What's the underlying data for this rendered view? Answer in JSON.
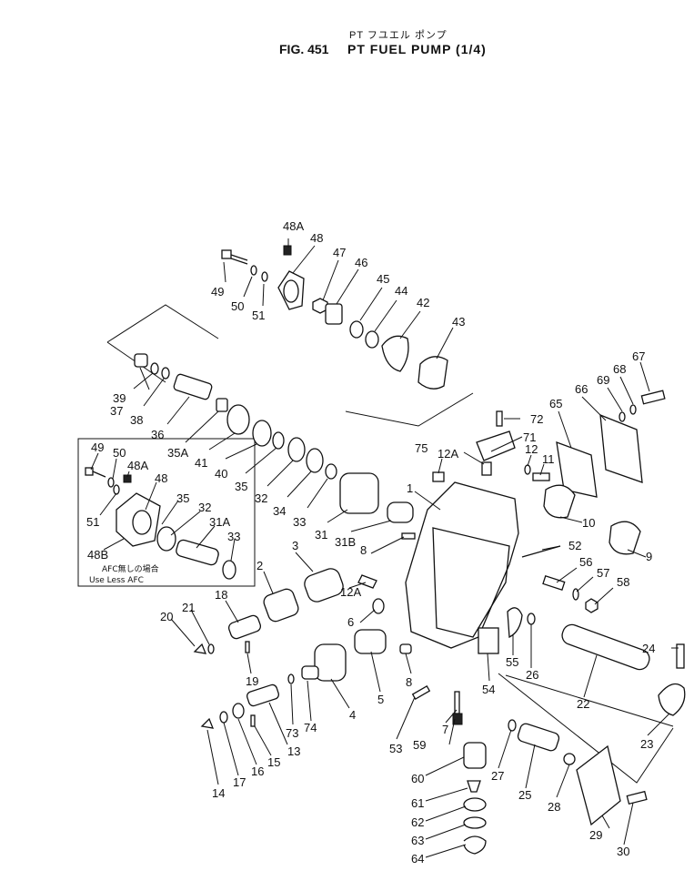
{
  "header": {
    "subtitle_jp": "PT フユエル ポンプ",
    "fig_label": "FIG. 451",
    "title": "PT FUEL PUMP (1/4)"
  },
  "inset": {
    "note_jp": "AFC無しの場合",
    "note_en": "Use Less AFC"
  },
  "callouts": {
    "c49": "49",
    "c50": "50",
    "c51": "51",
    "c48a": "48A",
    "c48": "48",
    "c47": "47",
    "c46": "46",
    "c45": "45",
    "c44": "44",
    "c42": "42",
    "c43": "43",
    "c39": "39",
    "c37": "37",
    "c38": "38",
    "c36": "36",
    "c35a": "35A",
    "c41": "41",
    "c40": "40",
    "c35": "35",
    "c32": "32",
    "c34": "34",
    "c33": "33",
    "c31": "31",
    "c31b": "31B",
    "c1": "1",
    "c72": "72",
    "c71": "71",
    "c75": "75",
    "c12a": "12A",
    "c12": "12",
    "c11": "11",
    "c65": "65",
    "c66": "66",
    "c69": "69",
    "c68": "68",
    "c67": "67",
    "c10": "10",
    "c9": "9",
    "c52": "52",
    "c56": "56",
    "c57": "57",
    "c58": "58",
    "c3": "3",
    "c8a": "8",
    "c2": "2",
    "c12a2": "12A",
    "c18": "18",
    "c20": "20",
    "c21": "21",
    "c6": "6",
    "c5": "5",
    "c4": "4",
    "c19": "19",
    "c73": "73",
    "c74": "74",
    "c13": "13",
    "c15": "15",
    "c16": "16",
    "c17": "17",
    "c14": "14",
    "c8b": "8",
    "c53": "53",
    "c7": "7",
    "c59": "59",
    "c54": "54",
    "c55": "55",
    "c26": "26",
    "c22": "22",
    "c24": "24",
    "c23": "23",
    "c60": "60",
    "c27": "27",
    "c25": "25",
    "c28": "28",
    "c61": "61",
    "c62": "62",
    "c63": "63",
    "c64": "64",
    "c29": "29",
    "c30": "30",
    "i49": "49",
    "i50": "50",
    "i48a": "48A",
    "i48": "48",
    "i51": "51",
    "i35": "35",
    "i32": "32",
    "i31a": "31A",
    "i33": "33",
    "i48b": "48B"
  }
}
